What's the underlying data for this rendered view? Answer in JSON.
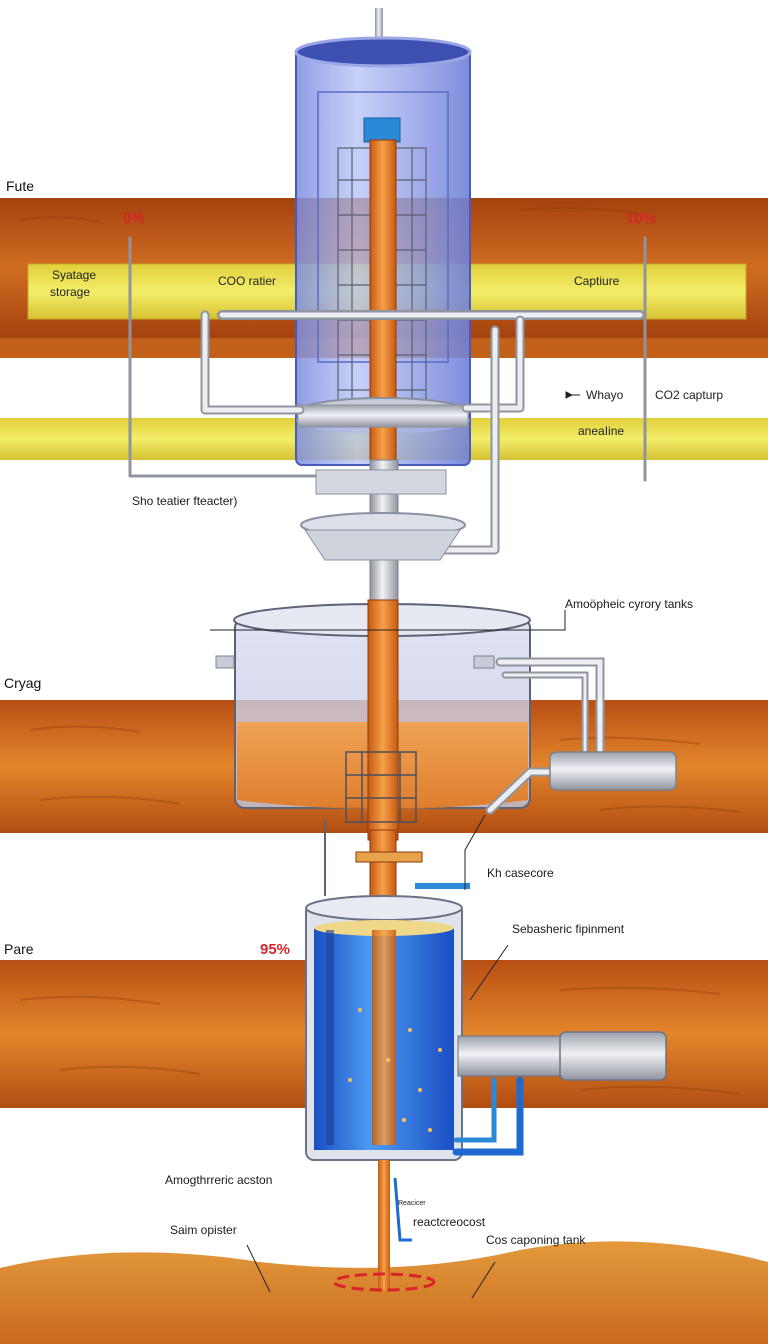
{
  "side_labels": {
    "top": "Fute",
    "middle": "Cryag",
    "bottom": "Pare"
  },
  "percents": {
    "left": "0%",
    "right": "10%",
    "lower": "95%"
  },
  "band_labels": {
    "storage_line1": "Syatage",
    "storage_line2": "storage",
    "co_ratier": "COO ratier",
    "capture": "Captiure",
    "anealine": "aneaIine",
    "whayo": "Whayo",
    "co2_capture": "CO2 capturp"
  },
  "callouts": {
    "reactor": "Sho teatier fteacter)",
    "atmospheric_tanks": "Amoöpheic cyrory tanks",
    "casecore": "Kh casecore",
    "equipment": "Sebasheric fipinment",
    "atmospheric_aceton": "Amogthrreric acston",
    "sam_optister": "Saim opister",
    "reactor_coost": "reactcreocost",
    "tank": "Cos caponing tank",
    "small_tag": "Reacicer"
  },
  "colors": {
    "earth_dark": "#b24d12",
    "earth_light": "#e08a34",
    "yellow_band": "#ece64a",
    "tank_blue": "#2f6fe0",
    "orange_fluid": "#ef8a2a",
    "pipe_gray": "#c9ccd4",
    "cylinder_glass": "#8f9fe8",
    "pct_red": "#d8242a"
  }
}
